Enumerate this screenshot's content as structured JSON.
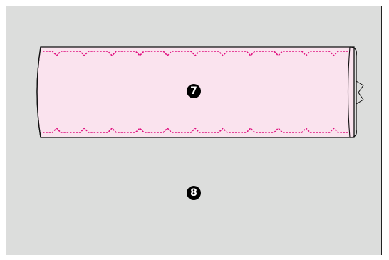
{
  "diagram": {
    "steps": [
      {
        "label": "7"
      },
      {
        "label": "8"
      }
    ],
    "colors": {
      "background": "#dcdddc",
      "fabric_fill": "#fae3ee",
      "stitch": "#e0107f",
      "outline": "#111111",
      "badge": "#000000"
    },
    "stitch_style": "zigzag-dashed"
  }
}
